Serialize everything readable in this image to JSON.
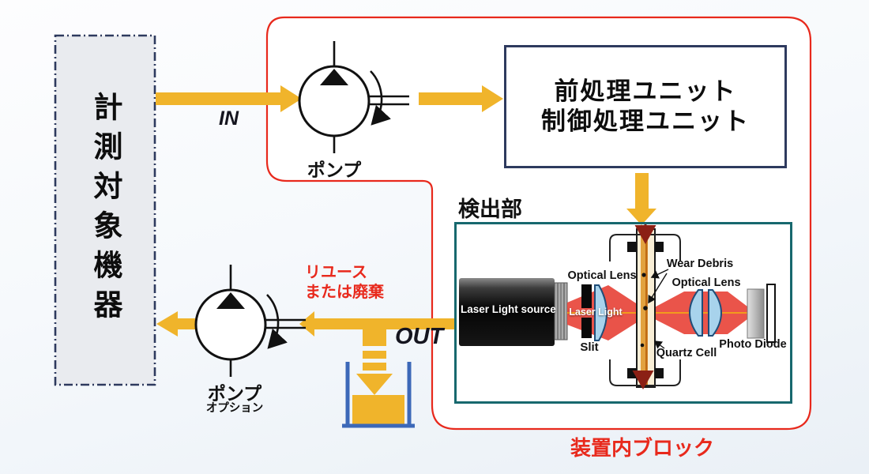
{
  "colors": {
    "accent": "#F0B42B",
    "red": "#E8291C",
    "navy": "#2E3A5E",
    "teal": "#17686E",
    "beaker_blue": "#3C68B8",
    "box_fill": "#E9EBEF",
    "lens_blue": "#A8D3EC",
    "beam_red": "#E8473C",
    "cell_orange": "#E2A23F"
  },
  "target_box": {
    "label": "計測対象機器"
  },
  "flow": {
    "in": "IN",
    "out": "OUT"
  },
  "pumps": {
    "top": {
      "label": "ポンプ"
    },
    "bottom": {
      "label": "ポンプ",
      "note": "オプション"
    }
  },
  "process_box": {
    "line1": "前処理ユニット",
    "line2": "制御処理ユニット"
  },
  "detector": {
    "title": "検出部",
    "laser_source_label": "Laser Light source",
    "front_lens_label": "Optical Lens",
    "slit_label": "Slit",
    "beam_label": "Laser Light",
    "wear_debris_label": "Wear Debris",
    "rear_lens_label": "Optical Lens",
    "cell_label": "Quartz Cell",
    "photodiode_label": "Photo Diode"
  },
  "disposal_note": {
    "line1": "リユース",
    "line2": "または廃棄"
  },
  "device_block_label": "装置内ブロック"
}
